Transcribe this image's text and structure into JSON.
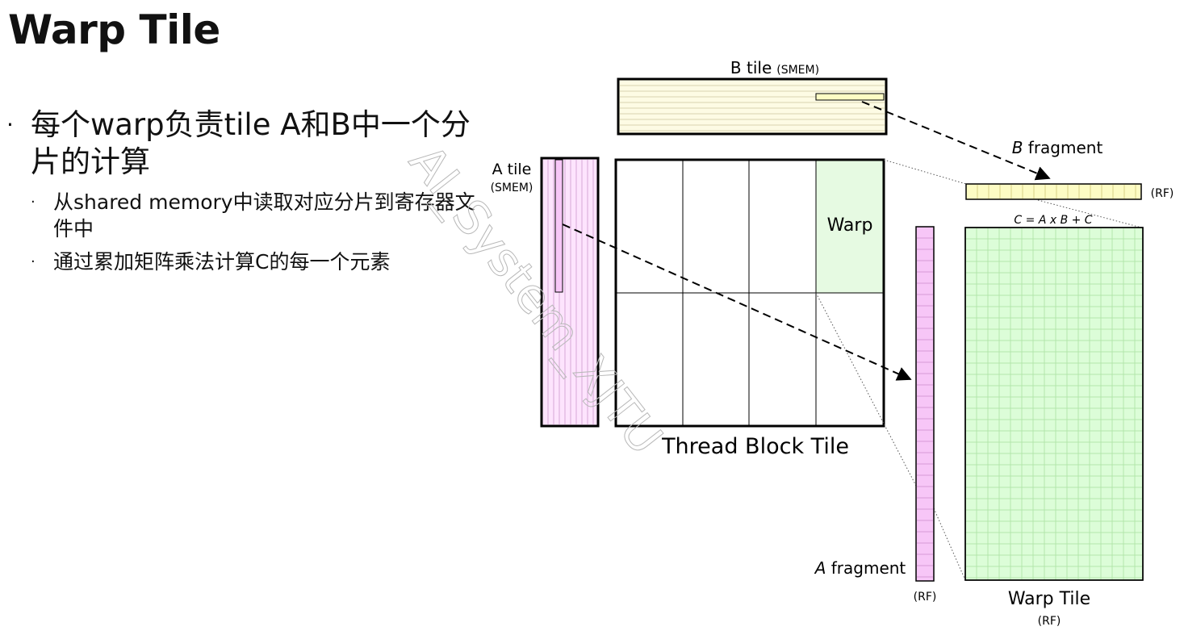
{
  "slide": {
    "title": "Warp Tile",
    "bullets": [
      {
        "text": "每个warp负责tile A和B中一个分片的计算",
        "sub": [
          "从shared memory中读取对应分片到寄存器文件中",
          "通过累加矩阵乘法计算C的每一个元素"
        ]
      }
    ]
  },
  "diagram": {
    "b_tile_label": "B tile",
    "b_tile_sub": "(SMEM)",
    "a_tile_label": "A tile",
    "a_tile_sub": "(SMEM)",
    "warp_label": "Warp",
    "thread_block_label": "Thread Block Tile",
    "b_fragment_label_var": "B",
    "b_fragment_label": " fragment",
    "b_fragment_sub": "(RF)",
    "a_fragment_label_var": "A",
    "a_fragment_label": " fragment",
    "a_fragment_sub": "(RF)",
    "equation": "C = A x B + C",
    "warp_tile_label": "Warp Tile",
    "warp_tile_sub": "(RF)",
    "watermark": "AI_System_XJTU",
    "colors": {
      "b_tile_fill": "#fdfbe4",
      "a_tile_fill": "#fde4fd",
      "warp_fill": "#e6fae2",
      "warp_tile_fill": "#dcfdd8",
      "b_fragment_fill": "#fdfcc4",
      "a_fragment_fill": "#f7c6f7"
    }
  }
}
